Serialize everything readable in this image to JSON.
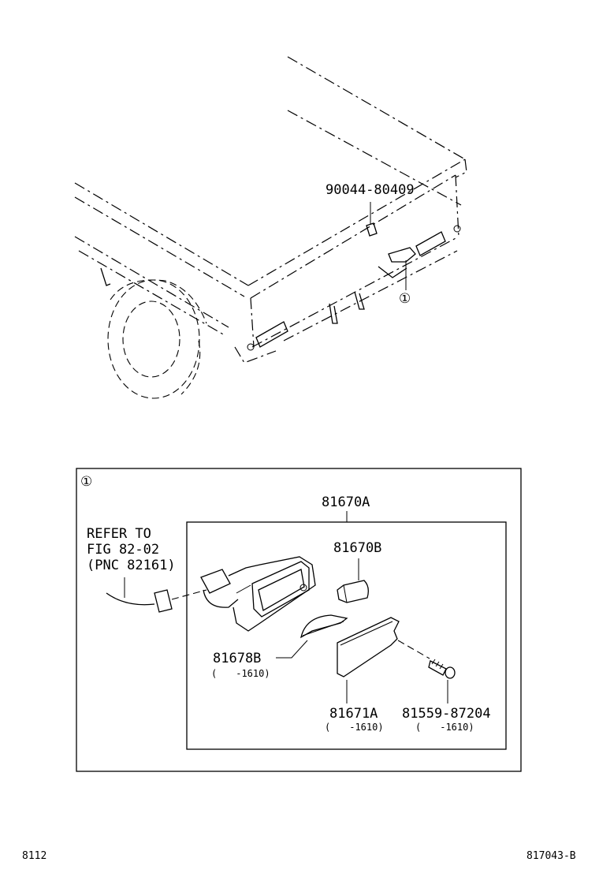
{
  "overview": {
    "part_clip": "90044-80409",
    "callout_marker": "①"
  },
  "detail": {
    "marker": "①",
    "assembly": "81670A",
    "refer": {
      "line1": "REFER TO",
      "line2": "FIG 82-02",
      "line3": "(PNC 82161)"
    },
    "bulb": "81670B",
    "gasket": "81678B",
    "gasket_range": "(　　-1610)",
    "lens": "81671A",
    "lens_range": "(　　-1610)",
    "screw": "81559-87204",
    "screw_range": "(　　-1610)"
  },
  "footer": {
    "left": "8112",
    "right": "817043-B"
  }
}
